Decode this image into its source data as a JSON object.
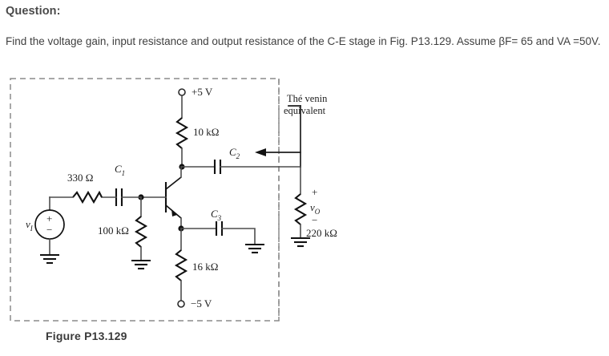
{
  "header": {
    "question_label": "Question:",
    "question_text": "Find the voltage gain, input resistance and output resistance of the C-E stage in Fig. P13.129. Assume βF= 65 and VA =50V."
  },
  "figure": {
    "caption": "Figure P13.129",
    "annotation_line1": "Thé venin",
    "annotation_line2": "equivalent",
    "labels": {
      "supply_pos": "+5 V",
      "supply_neg": "−5 V",
      "rc": "10 kΩ",
      "rs": "330 Ω",
      "rb": "100 kΩ",
      "re": "16 kΩ",
      "rl": "220 kΩ",
      "c1": "C",
      "c1_sub": "1",
      "c2": "C",
      "c2_sub": "2",
      "c3": "C",
      "c3_sub": "3",
      "vin": "v",
      "vin_sub": "I",
      "vout": "v",
      "vout_sub": "O",
      "plus": "+",
      "minus": "−"
    },
    "colors": {
      "wire": "#4d4d4d",
      "component": "#111111",
      "dashed_box": "#8c8c8c",
      "text": "#1c1c1c"
    }
  }
}
